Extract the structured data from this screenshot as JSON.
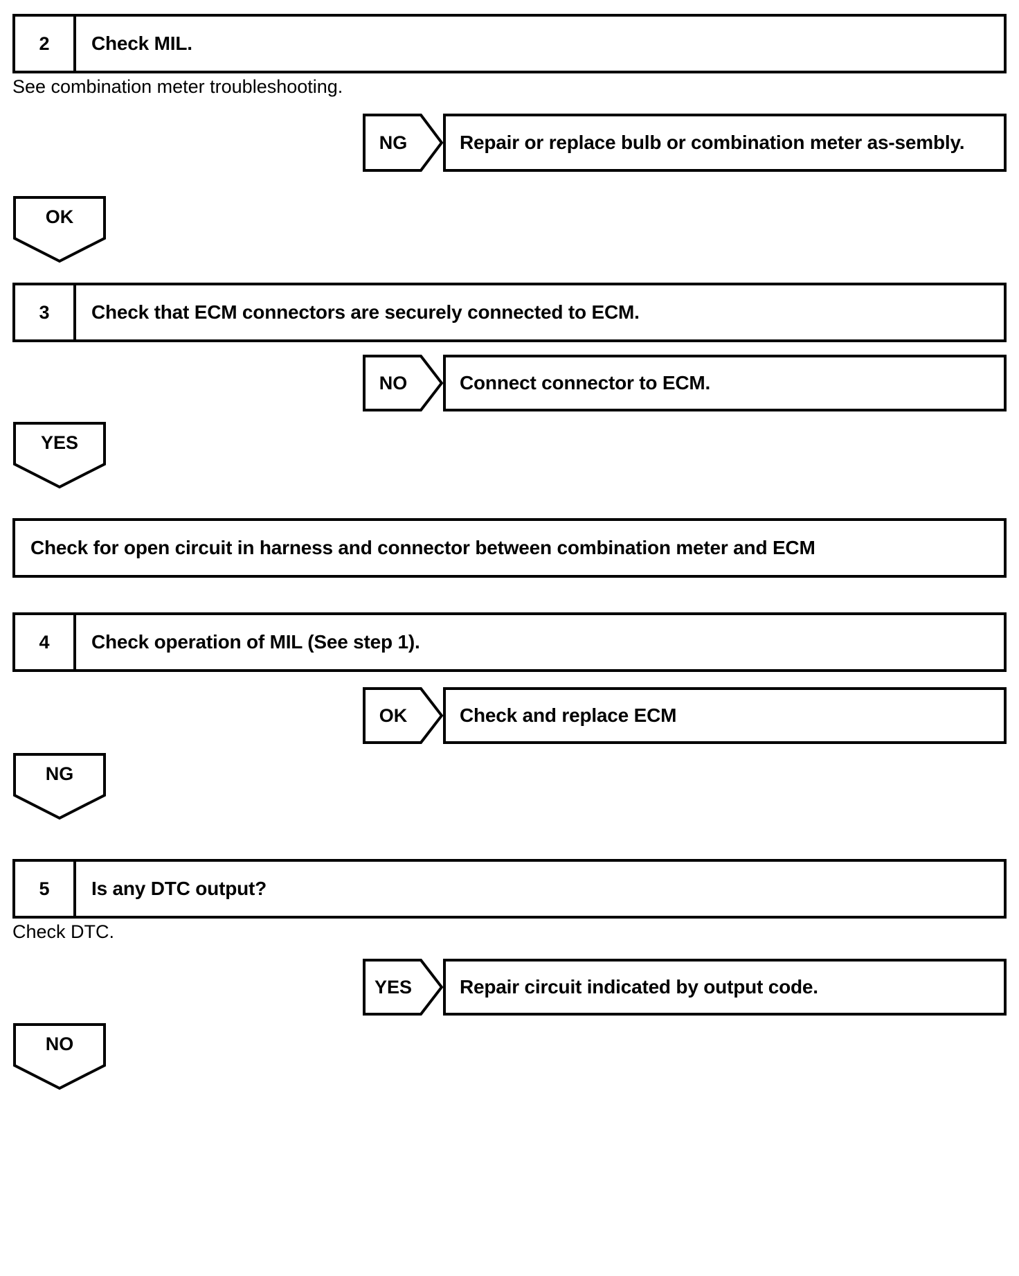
{
  "document": {
    "type": "troubleshooting-flowchart",
    "title": "MIL / ECM Circuit Troubleshooting"
  },
  "nodes": [
    {
      "kind": "step",
      "number": "2",
      "text": "Check MIL."
    },
    {
      "kind": "caption",
      "text": "See combination meter troubleshooting."
    },
    {
      "kind": "branch",
      "label": "NG",
      "result": "Repair or replace bulb or combination meter as-sembly."
    },
    {
      "kind": "down",
      "label": "OK"
    },
    {
      "kind": "step",
      "number": "3",
      "text": "Check that ECM connectors are securely connected to ECM."
    },
    {
      "kind": "branch",
      "label": "NO",
      "result": "Connect connector to ECM."
    },
    {
      "kind": "down",
      "label": "YES"
    },
    {
      "kind": "plain",
      "text": "Check for open circuit in harness and connector between combination meter and ECM"
    },
    {
      "kind": "step",
      "number": "4",
      "text": "Check operation of MIL (See step 1)."
    },
    {
      "kind": "branch",
      "label": "OK",
      "result": "Check and replace ECM"
    },
    {
      "kind": "down",
      "label": "NG"
    },
    {
      "kind": "step",
      "number": "5",
      "text": "Is any DTC output?"
    },
    {
      "kind": "caption",
      "text": "Check DTC."
    },
    {
      "kind": "branch",
      "label": "YES",
      "result": "Repair circuit indicated by output code."
    },
    {
      "kind": "down",
      "label": "NO"
    }
  ],
  "colors": {
    "ink": "#000000",
    "paper": "#ffffff"
  }
}
